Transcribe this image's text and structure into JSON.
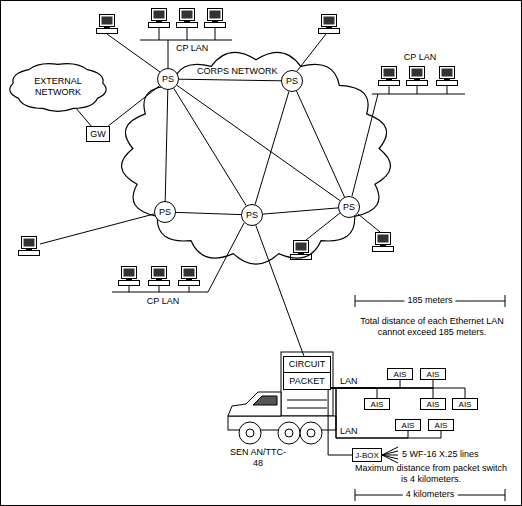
{
  "diagram": {
    "nodes": [
      {
        "text": [
          "EXTERNAL NETWORK"
        ]
      },
      {
        "text": [
          "CORPS NETWORK"
        ]
      },
      {
        "text": [
          "PS"
        ],
        "in": 1
      },
      {
        "text": [
          "PS"
        ],
        "in": 1
      },
      {
        "text": [
          "GW"
        ]
      },
      {
        "text": [
          "PS"
        ],
        "in": 1
      },
      {
        "text": [
          "PS"
        ],
        "in": 1
      },
      {
        "text": [
          "PS"
        ],
        "in": 1
      },
      {
        "text": [
          "CIRCUIT"
        ]
      },
      {
        "text": [
          "PACKET"
        ]
      },
      {
        "text": [
          "AIS"
        ]
      },
      {
        "text": [
          "AIS"
        ]
      },
      {
        "text": [
          "AIS"
        ]
      },
      {
        "text": [
          "AIS"
        ]
      },
      {
        "text": [
          "AIS"
        ]
      },
      {
        "text": [
          "AIS"
        ]
      },
      {
        "text": [
          "AIS"
        ]
      },
      {
        "text": [
          "J-BOX"
        ]
      }
    ],
    "edges": [
      {
        "from": 0,
        "to": 4,
        "arrow": "none"
      },
      {
        "from": 4,
        "to": 2,
        "arrow": "none"
      },
      {
        "from": 2,
        "to": 3,
        "arrow": "none"
      },
      {
        "from": 2,
        "to": 7,
        "arrow": "none"
      },
      {
        "from": 2,
        "to": 6,
        "arrow": "none"
      },
      {
        "from": 2,
        "to": 5,
        "arrow": "none"
      },
      {
        "from": 3,
        "to": 7,
        "arrow": "none"
      },
      {
        "from": 3,
        "to": 6,
        "arrow": "none"
      },
      {
        "from": 5,
        "to": 6,
        "arrow": "none"
      },
      {
        "from": 6,
        "to": 7,
        "arrow": "none"
      },
      {
        "from": 6,
        "to": 8,
        "arrow": "none"
      },
      {
        "from": 9,
        "to": 10,
        "arrow": "none"
      },
      {
        "from": 9,
        "to": 11,
        "arrow": "none"
      },
      {
        "from": 9,
        "to": 12,
        "arrow": "none"
      },
      {
        "from": 9,
        "to": 13,
        "arrow": "none"
      },
      {
        "from": 9,
        "to": 14,
        "arrow": "none"
      },
      {
        "from": 9,
        "to": 15,
        "arrow": "none"
      },
      {
        "from": 9,
        "to": 16,
        "arrow": "none"
      },
      {
        "from": 9,
        "to": 17,
        "arrow": "none"
      }
    ],
    "labels": [
      "CP LAN",
      "CP LAN",
      "CP LAN",
      "185 meters",
      "Total distance of each Ethernet LAN cannot exceed 185 meters.",
      "LAN",
      "LAN",
      "SEN AN/TTC-48",
      "5 WF-16 X.25 lines",
      "Maximum distance from packet switch is 4 kilometers.",
      "4 kilometers"
    ]
  }
}
